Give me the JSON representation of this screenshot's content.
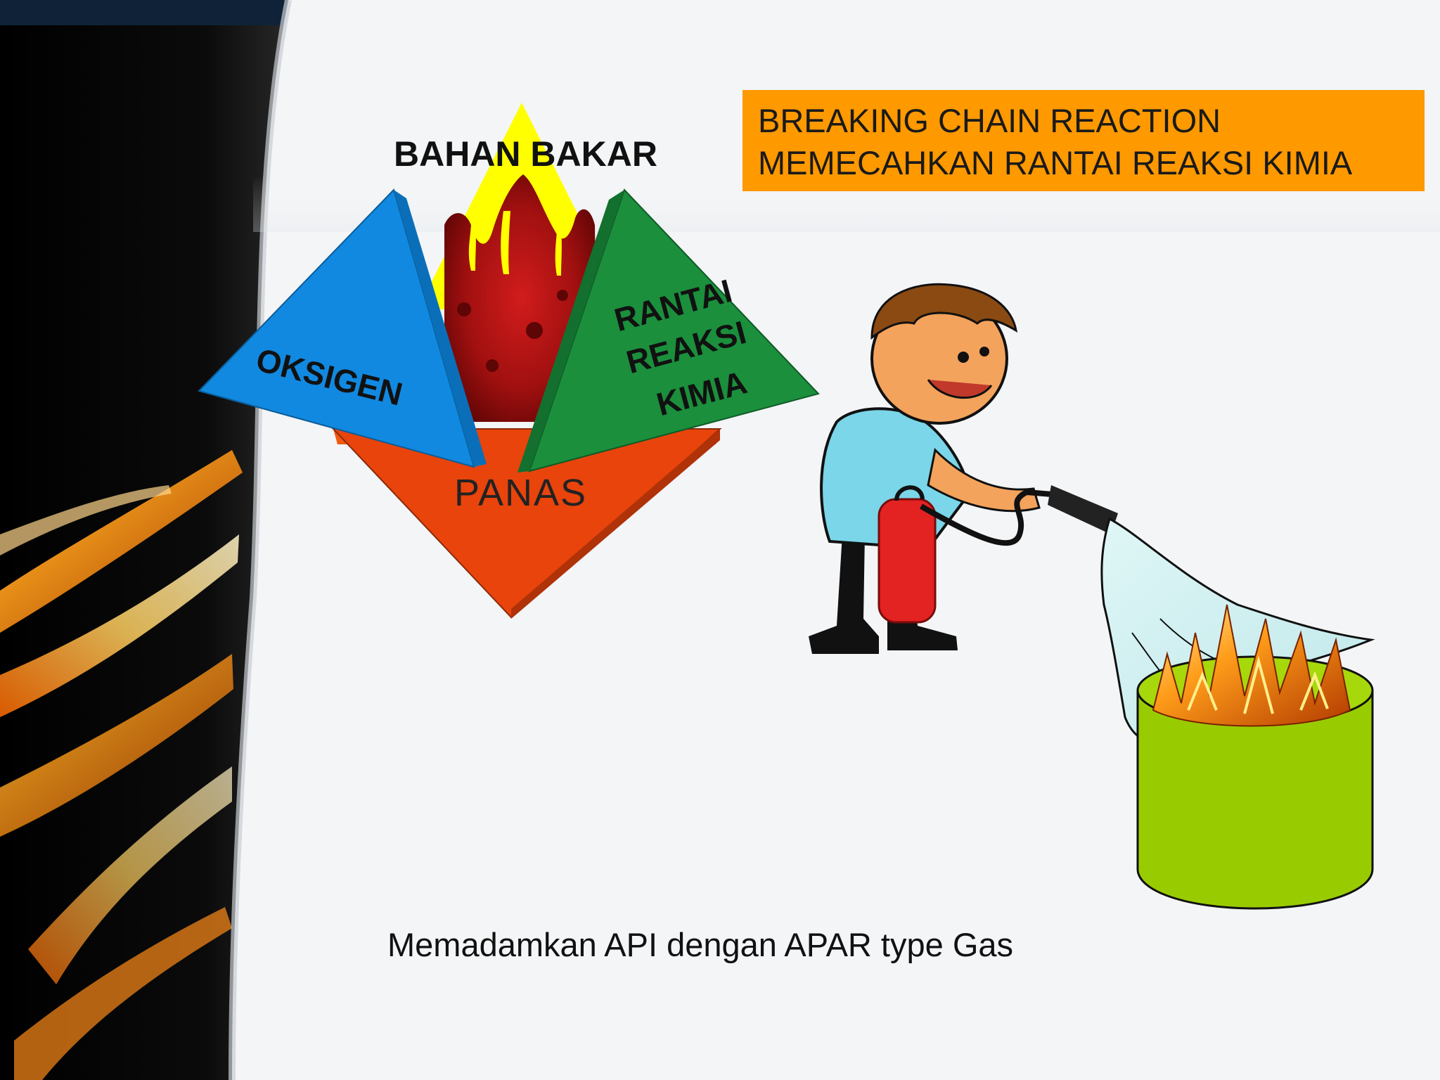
{
  "slide": {
    "title_line1": "BREAKING CHAIN REACTION",
    "title_line2": "MEMECAHKAN RANTAI REAKSI KIMIA",
    "caption": "Memadamkan API dengan APAR type Gas"
  },
  "triangle": {
    "top_label": "BAHAN BAKAR",
    "left_label": "OKSIGEN",
    "right_label_line1": "RANTAI",
    "right_label_line2": "REAKSI",
    "right_label_line3": "KIMIA",
    "bottom_label": "PANAS"
  },
  "colors": {
    "title_box": "#ff9900",
    "oxygen_face": "#1189e0",
    "chain_face": "#1b8f3c",
    "heat_face": "#e8440c",
    "fuel_fill": "#b81414",
    "bucket": "#99cc00",
    "background_dark": "#050505",
    "slide_background": "#f3f5f7"
  },
  "illustration": {
    "figure": "firefighter-with-extinguisher",
    "extinguisher_icon": "fire-extinguisher-icon",
    "fire_icon": "burning-bucket-icon"
  }
}
